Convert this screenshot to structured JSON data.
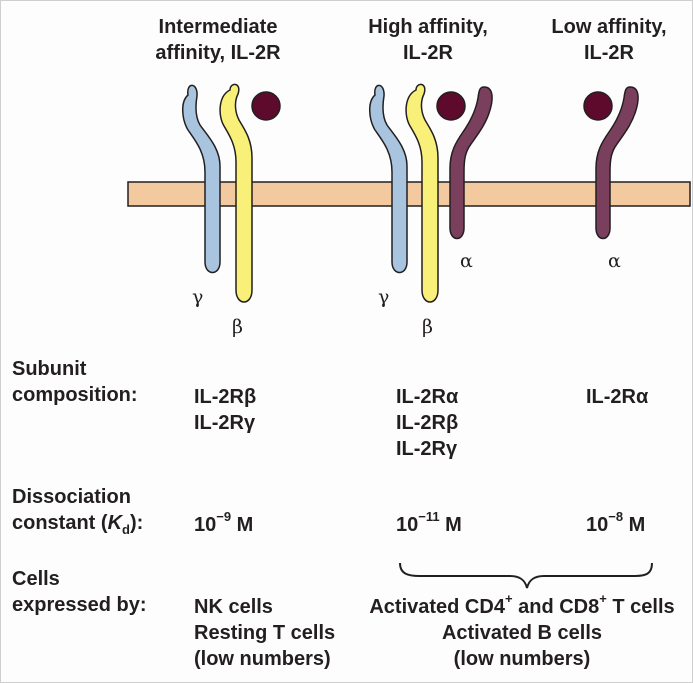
{
  "receptors": [
    {
      "title_line1": "Intermediate",
      "title_line2": "affinity, IL-2R"
    },
    {
      "title_line1": "High affinity,",
      "title_line2": "IL-2R"
    },
    {
      "title_line1": "Low affinity,",
      "title_line2": "IL-2R"
    }
  ],
  "chain_labels": {
    "gamma": "γ",
    "beta": "β",
    "alpha": "α"
  },
  "rows": {
    "subunit": {
      "label_line1": "Subunit",
      "label_line2": "composition:"
    },
    "dissociation": {
      "label_line1": "Dissociation",
      "label_line2_prefix": "constant (",
      "label_line2_italic": "K",
      "label_line2_sub": "d",
      "label_line2_suffix": "):"
    },
    "cells": {
      "label_line1": "Cells",
      "label_line2": "expressed by:"
    }
  },
  "composition": {
    "intermediate": [
      "IL-2Rβ",
      "IL-2Rγ"
    ],
    "high": [
      "IL-2Rα",
      "IL-2Rβ",
      "IL-2Rγ"
    ],
    "low": [
      "IL-2Rα"
    ]
  },
  "kd": {
    "intermediate": {
      "base": "10",
      "exp": "−9",
      "unit": " M"
    },
    "high": {
      "base": "10",
      "exp": "−11",
      "unit": " M"
    },
    "low": {
      "base": "10",
      "exp": "−8",
      "unit": " M"
    }
  },
  "cells": {
    "intermediate": [
      "NK cells",
      "Resting T cells",
      "(low numbers)"
    ],
    "grouped_line1": {
      "a": "Activated CD4",
      "a_sup": "+",
      "b": " and CD8",
      "b_sup": "+",
      "c": " T cells"
    },
    "grouped_line2": "Activated B cells",
    "grouped_line3": "(low numbers)"
  },
  "colors": {
    "gamma": "#a8c4de",
    "beta": "#f9f07a",
    "alpha": "#7b3f5e",
    "ligand": "#5e0a2c",
    "membrane": "#f3c9a0",
    "stroke": "#231f20"
  }
}
